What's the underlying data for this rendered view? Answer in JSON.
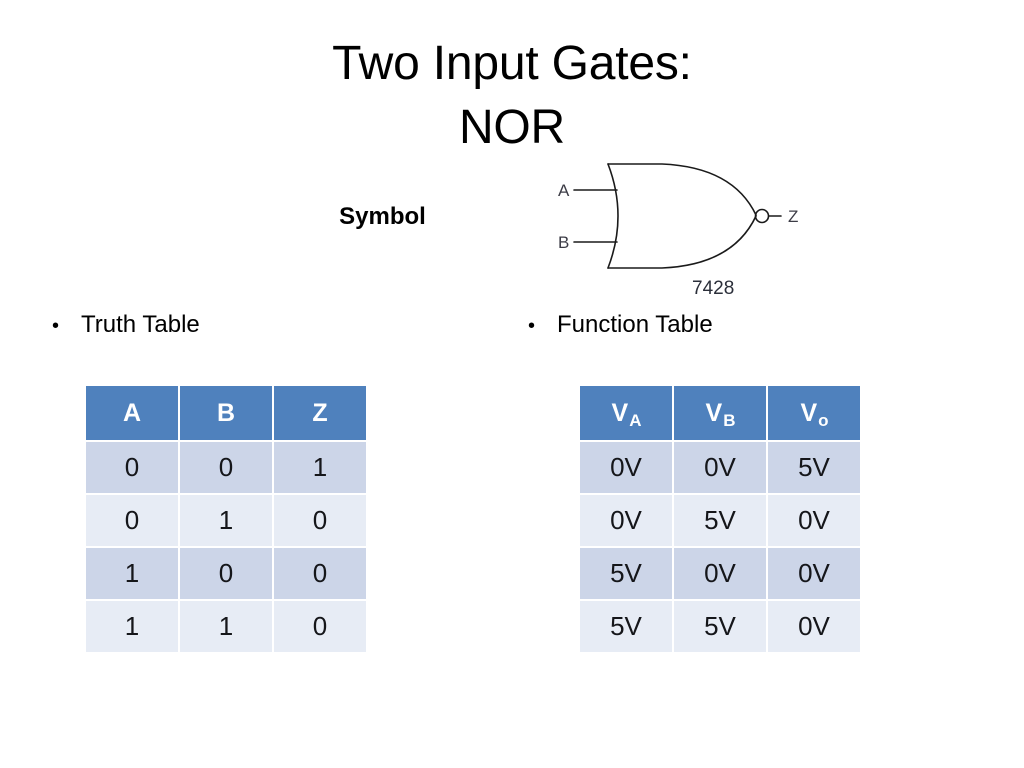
{
  "slide": {
    "title_lines": [
      "Two Input Gates:",
      "NOR"
    ],
    "symbol_caption": "Symbol",
    "bullet_glyph": "•"
  },
  "gate": {
    "type": "nor-gate",
    "input_a_label": "A",
    "input_b_label": "B",
    "output_label": "Z",
    "part_number": "7428",
    "line_color": "#1a1a1a",
    "label_color": "#3c3c46"
  },
  "bullets": {
    "left": "Truth Table",
    "right": "Function Table"
  },
  "colors": {
    "header_blue": "#4f81bd",
    "row_dark": "#ccd5e8",
    "row_light": "#e7ecf5",
    "header_text": "#ffffff",
    "cell_text": "#15161a"
  },
  "truth_table": {
    "name": "Truth Table",
    "headers": [
      "A",
      "B",
      "Z"
    ],
    "rows": [
      [
        "0",
        "0",
        "1"
      ],
      [
        "0",
        "1",
        "0"
      ],
      [
        "1",
        "0",
        "0"
      ],
      [
        "1",
        "1",
        "0"
      ]
    ]
  },
  "function_table": {
    "name": "Function Table",
    "headers": [
      {
        "main": "V",
        "sub": "A"
      },
      {
        "main": "V",
        "sub": "B"
      },
      {
        "main": "V",
        "sub": "o"
      }
    ],
    "rows": [
      [
        "0V",
        "0V",
        "5V"
      ],
      [
        "0V",
        "5V",
        "0V"
      ],
      [
        "5V",
        "0V",
        "0V"
      ],
      [
        "5V",
        "5V",
        "0V"
      ]
    ]
  }
}
